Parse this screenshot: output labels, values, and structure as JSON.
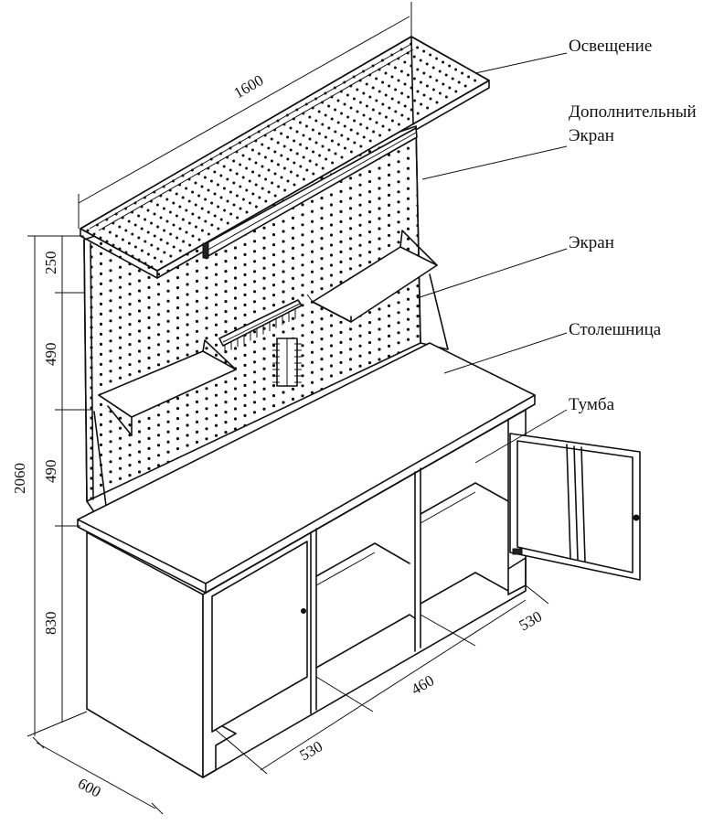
{
  "labels": {
    "lighting": "Освещение",
    "extra_screen_line1": "Дополнительный",
    "extra_screen_line2": "Экран",
    "screen": "Экран",
    "tabletop": "Столешница",
    "cabinet": "Тумба"
  },
  "dimensions": {
    "width": "1600",
    "total_height": "2060",
    "top_section": "250",
    "mid_section_1": "490",
    "mid_section_2": "490",
    "table_height": "830",
    "depth": "600",
    "left_bay": "530",
    "middle_bay": "460",
    "right_bay": "530"
  },
  "colors": {
    "line": "#111111",
    "background": "#ffffff"
  }
}
